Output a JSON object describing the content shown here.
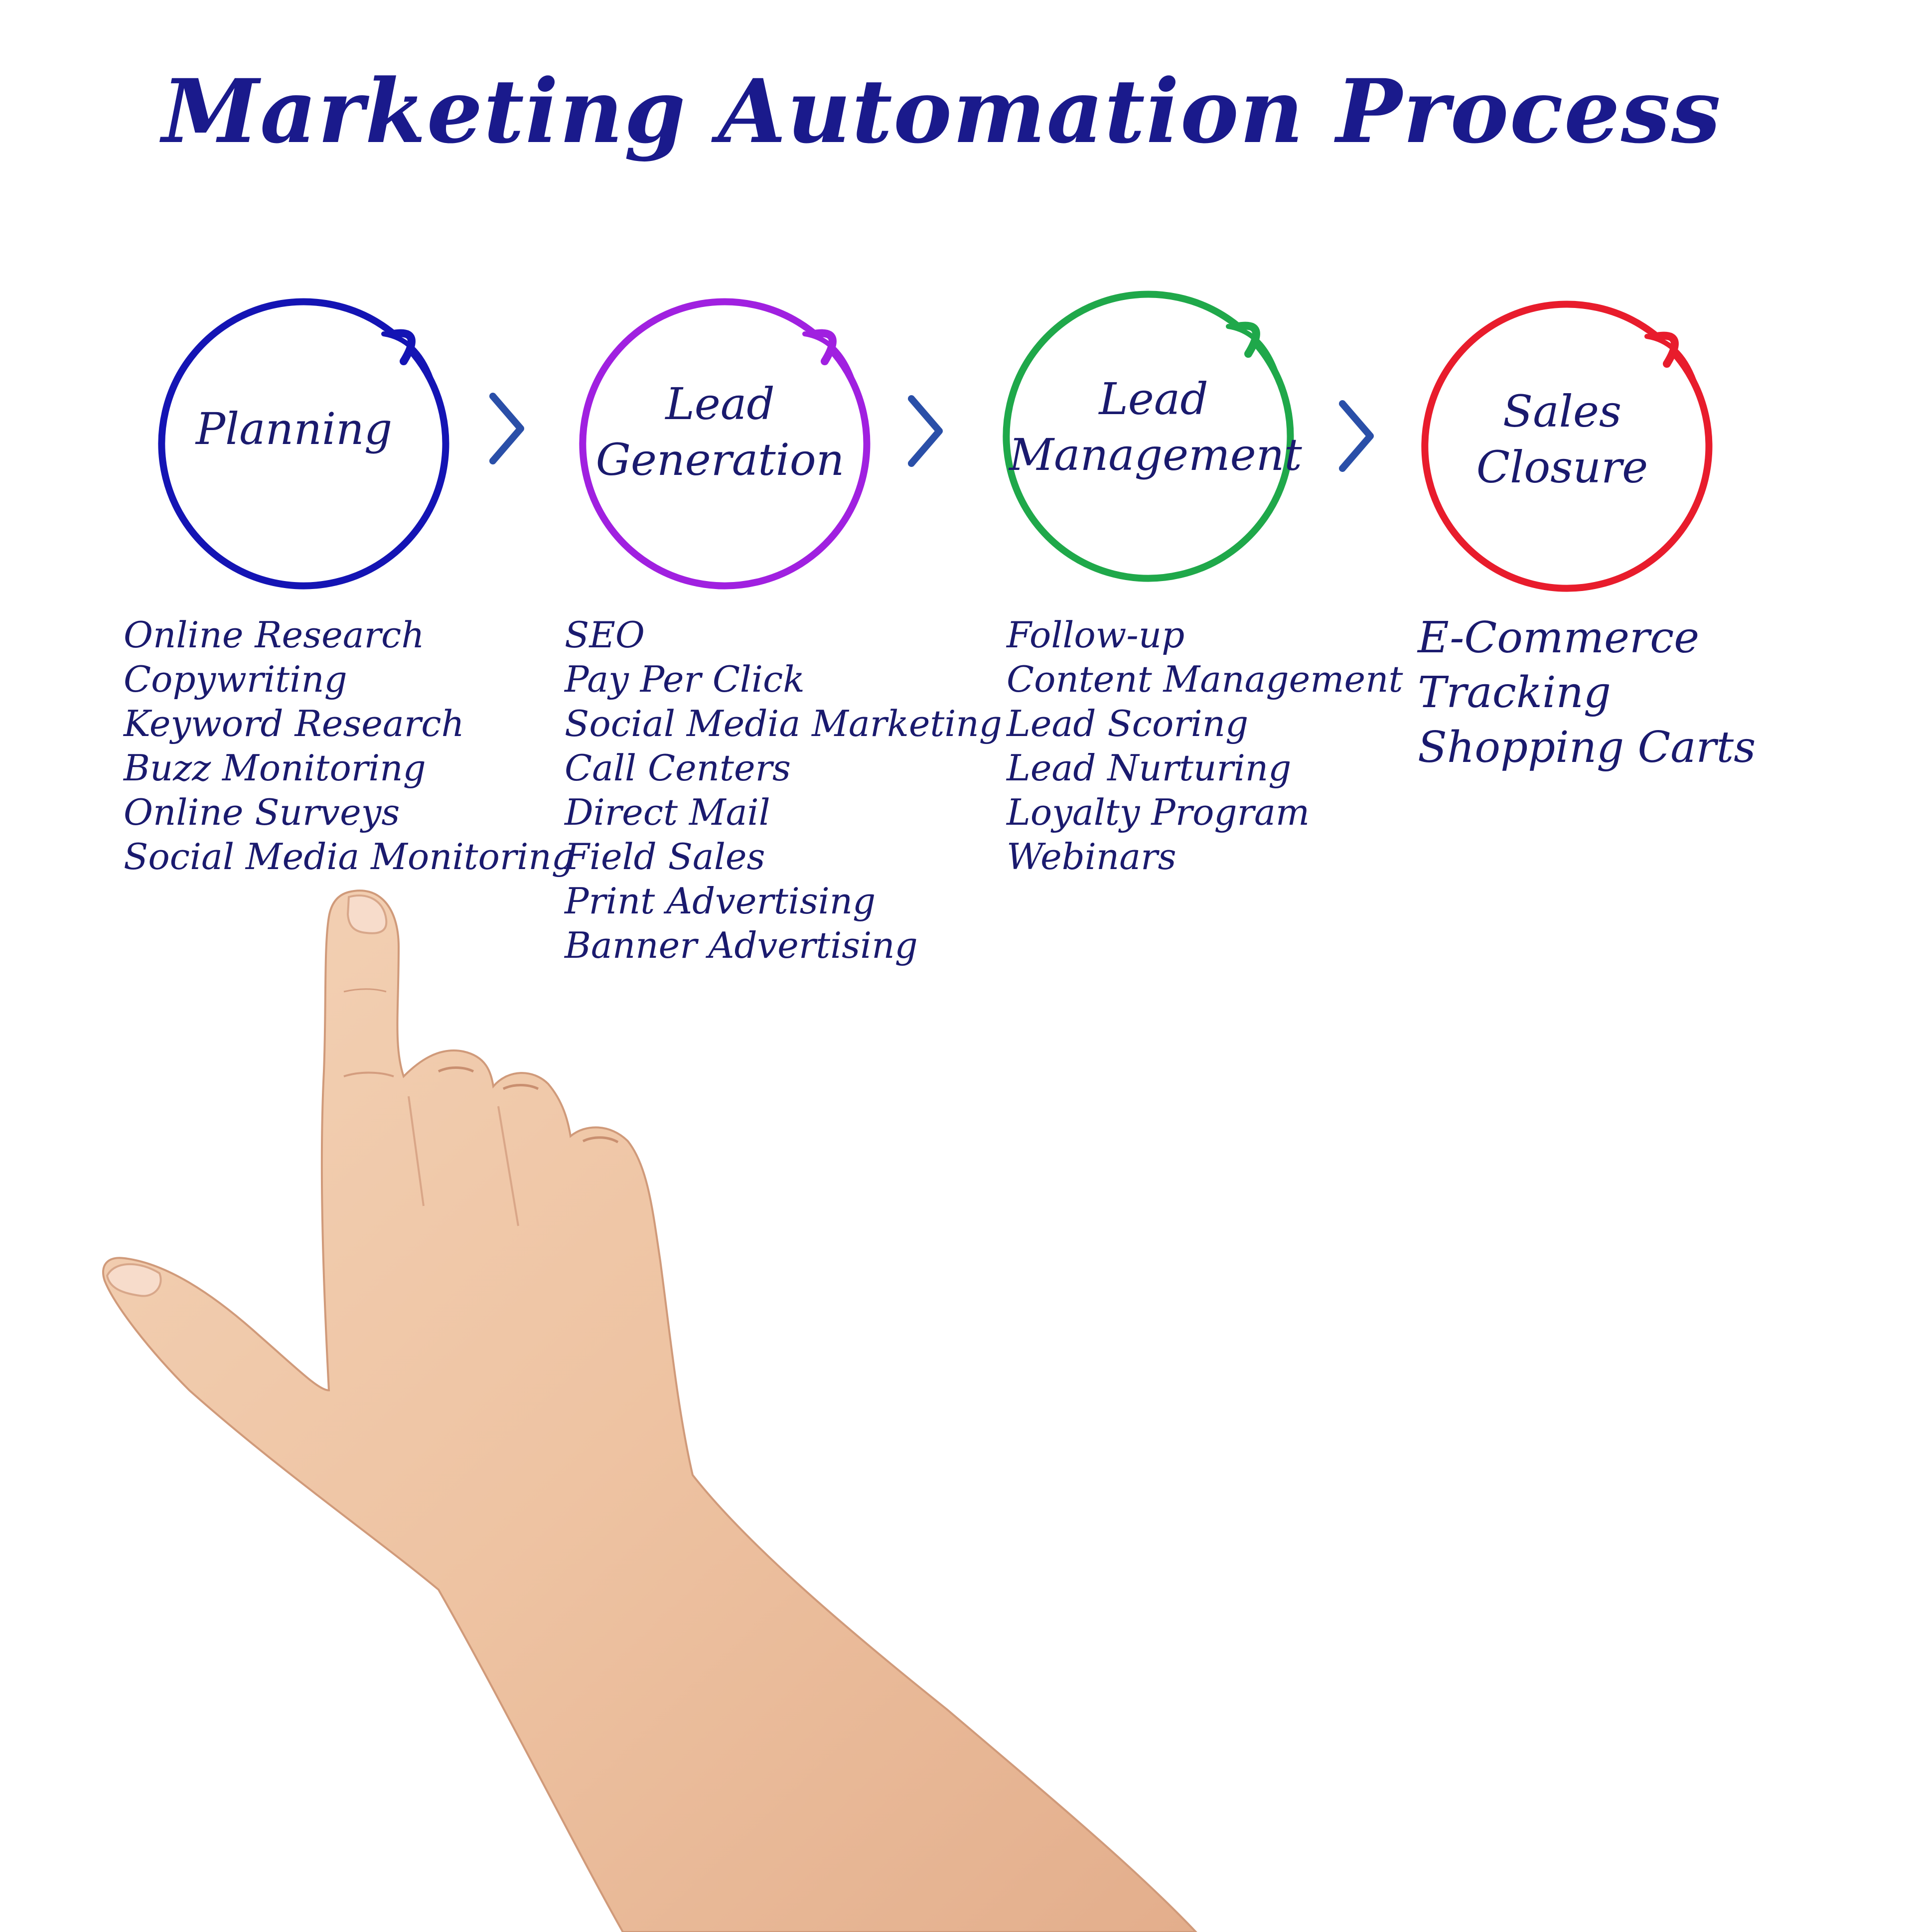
{
  "title": "Marketing Automation Process",
  "colors": {
    "text": "#1a1a6e",
    "title": "#1a1a8c",
    "arrow": "#2a4fa8",
    "planning": "#1414b4",
    "lead_generation": "#a020e0",
    "lead_management": "#1fa84a",
    "sales_closure": "#e81c2c"
  },
  "stages": [
    {
      "label_lines": [
        "Planning"
      ],
      "items": [
        "Online Research",
        "Copywriting",
        "Keyword Research",
        "Buzz Monitoring",
        "Online Surveys",
        "Social Media Monitoring"
      ]
    },
    {
      "label_lines": [
        "Lead",
        "Generation"
      ],
      "items": [
        "SEO",
        "Pay Per Click",
        "Social Media Marketing",
        "Call Centers",
        "Direct Mail",
        "Field Sales",
        "Print Advertising",
        "Banner Advertising"
      ]
    },
    {
      "label_lines": [
        "Lead",
        "Management"
      ],
      "items": [
        "Follow-up",
        "Content Management",
        "Lead Scoring",
        "Lead Nurturing",
        "Loyalty Program",
        "Webinars"
      ]
    },
    {
      "label_lines": [
        "Sales",
        "Closure"
      ],
      "items": [
        "E-Commerce",
        "Tracking",
        "Shopping Carts"
      ]
    }
  ],
  "icons": {
    "arrow": "chevron-right-icon",
    "hand": "pointing-hand"
  }
}
